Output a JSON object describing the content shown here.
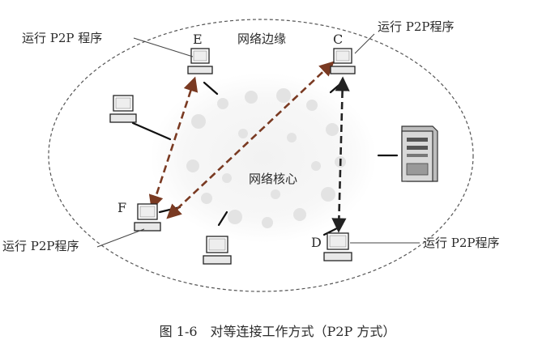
{
  "labels": {
    "edge": "网络边缘",
    "core": "网络核心",
    "run_e": "运行 P2P 程序",
    "run_c": "运行 P2P程序",
    "run_f": "运行 P2P程序",
    "run_d": "运行 P2P程序"
  },
  "nodes": {
    "e": "E",
    "c": "C",
    "f": "F",
    "d": "D"
  },
  "caption": "图 1-6　对等连接工作方式（P2P 方式）",
  "colors": {
    "arrow": "#7a3a22",
    "ellipse": "#555555",
    "line": "#111111",
    "text": "#2b2b2b"
  }
}
